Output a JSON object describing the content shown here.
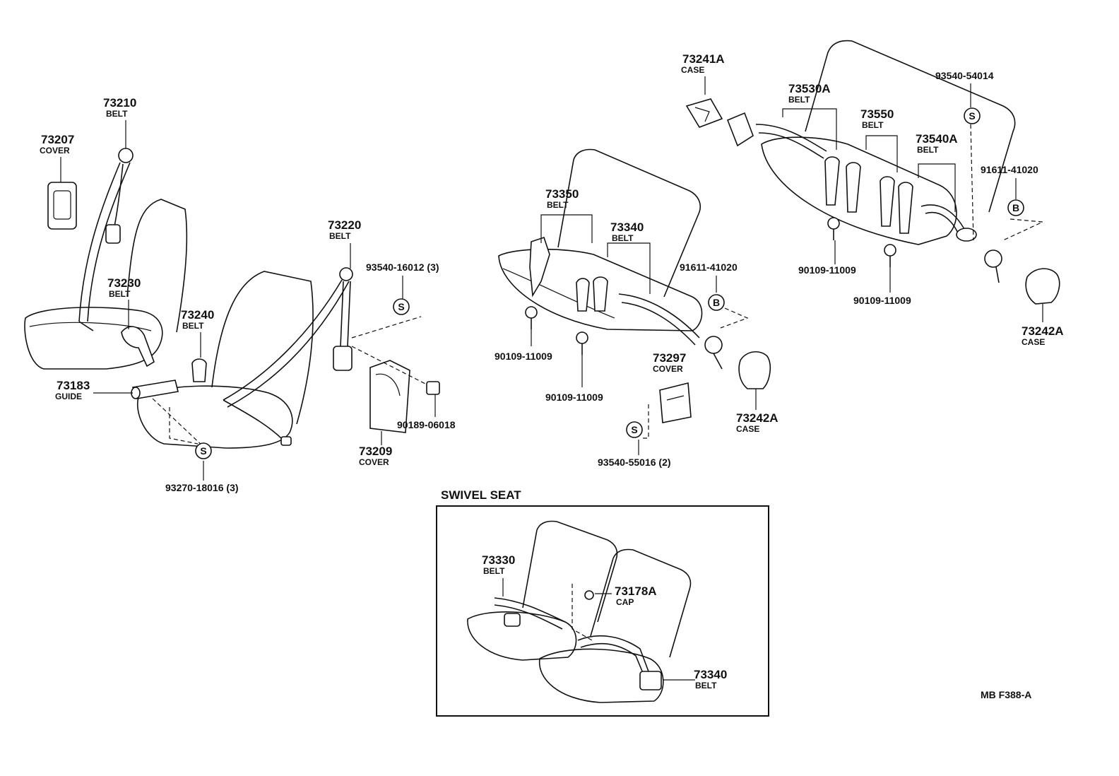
{
  "swivel_title": "SWIVEL SEAT",
  "code": "MB F388-A",
  "circle_s": "S",
  "circle_b": "B",
  "parts": {
    "p73210": {
      "num": "73210",
      "name": "BELT"
    },
    "p73207": {
      "num": "73207",
      "name": "COVER"
    },
    "p73230": {
      "num": "73230",
      "name": "BELT"
    },
    "p73240": {
      "num": "73240",
      "name": "BELT"
    },
    "p73183": {
      "num": "73183",
      "name": "GUIDE"
    },
    "p93270": {
      "num": "93270-18016 (3)"
    },
    "p73220": {
      "num": "73220",
      "name": "BELT"
    },
    "p93540_16012": {
      "num": "93540-16012 (3)"
    },
    "p73209": {
      "num": "73209",
      "name": "COVER"
    },
    "p90189": {
      "num": "90189-06018"
    },
    "p73350": {
      "num": "73350",
      "name": "BELT"
    },
    "p73340": {
      "num": "73340",
      "name": "BELT"
    },
    "p91611_mid": {
      "num": "91611-41020"
    },
    "p90109_a": {
      "num": "90109-11009"
    },
    "p90109_b": {
      "num": "90109-11009"
    },
    "p73297": {
      "num": "73297",
      "name": "COVER"
    },
    "p93540_55016": {
      "num": "93540-55016 (2)"
    },
    "p73242_mid": {
      "num": "73242A",
      "name": "CASE"
    },
    "p73241": {
      "num": "73241A",
      "name": "CASE"
    },
    "p73530": {
      "num": "73530A",
      "name": "BELT"
    },
    "p73550": {
      "num": "73550",
      "name": "BELT"
    },
    "p93540_54014": {
      "num": "93540-54014"
    },
    "p73540": {
      "num": "73540A",
      "name": "BELT"
    },
    "p91611_right": {
      "num": "91611-41020"
    },
    "p90109_c": {
      "num": "90109-11009"
    },
    "p90109_d": {
      "num": "90109-11009"
    },
    "p73242_right": {
      "num": "73242A",
      "name": "CASE"
    },
    "p73330": {
      "num": "73330",
      "name": "BELT"
    },
    "p73178": {
      "num": "73178A",
      "name": "CAP"
    },
    "p73340_sw": {
      "num": "73340",
      "name": "BELT"
    }
  }
}
